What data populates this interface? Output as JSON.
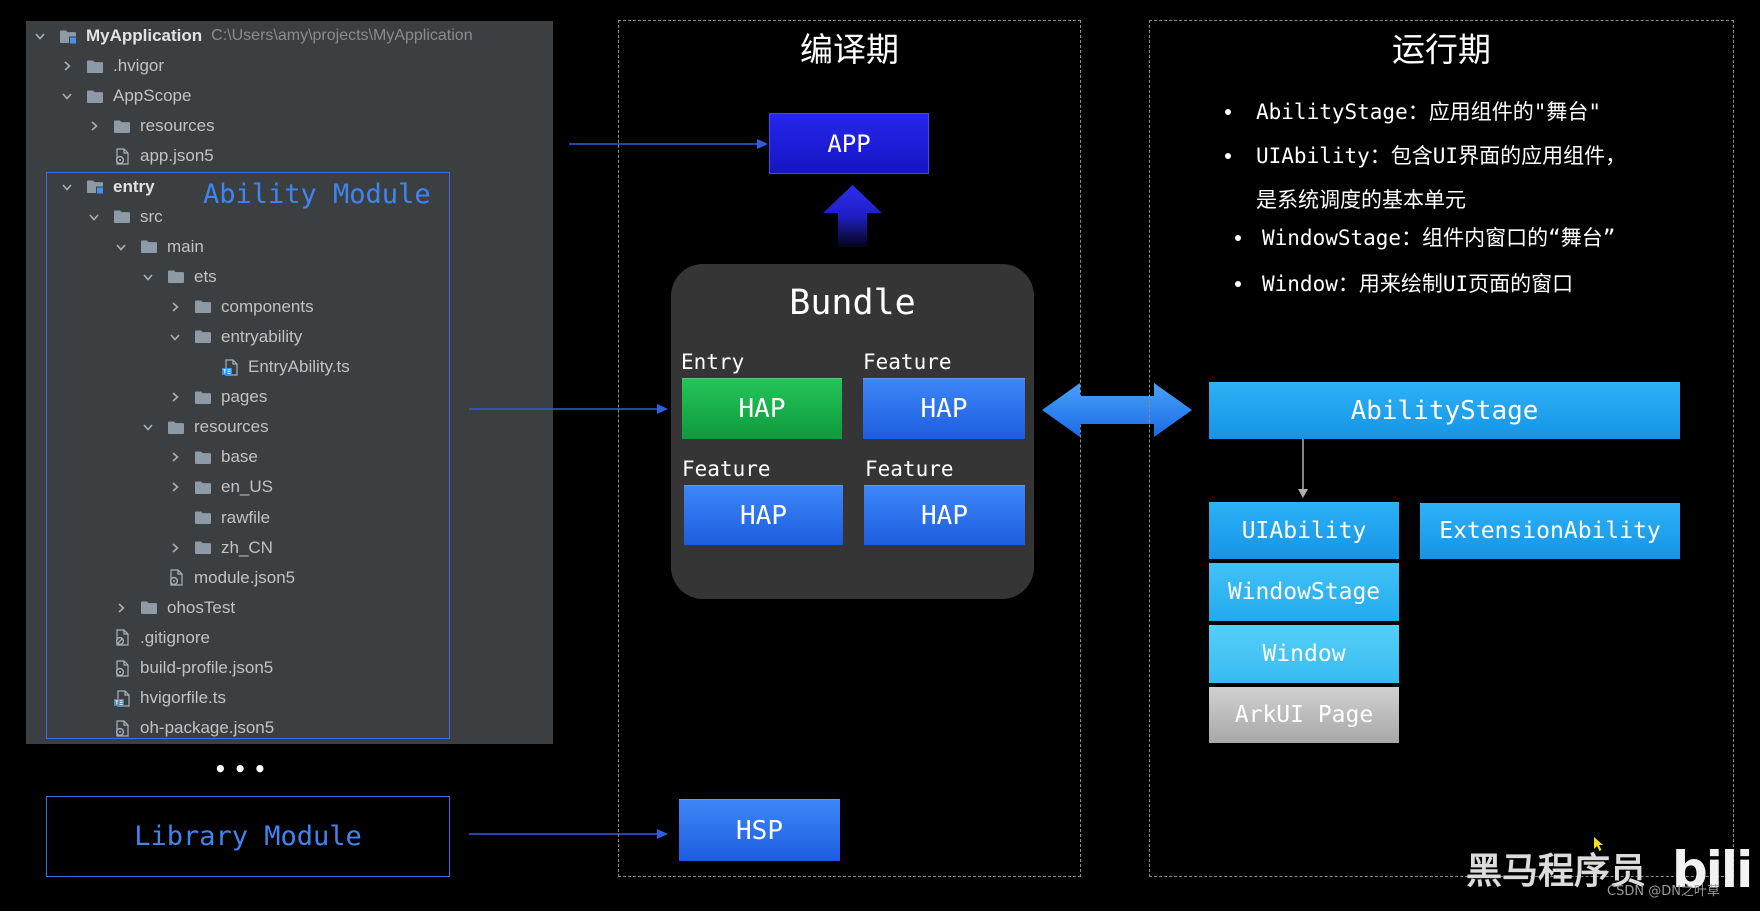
{
  "tree": {
    "root": {
      "name": "MyApplication",
      "path": "C:\\Users\\amy\\projects\\MyApplication",
      "icon": "module-folder-icon"
    },
    "items": [
      {
        "label": ".hvigor",
        "icon": "folder-icon"
      },
      {
        "label": "AppScope",
        "icon": "folder-icon"
      },
      {
        "label": "resources",
        "icon": "folder-icon"
      },
      {
        "label": "app.json5",
        "icon": "json5-file-icon"
      },
      {
        "label": "entry",
        "icon": "module-folder-icon"
      },
      {
        "label": "src",
        "icon": "folder-icon"
      },
      {
        "label": "main",
        "icon": "folder-icon"
      },
      {
        "label": "ets",
        "icon": "folder-icon"
      },
      {
        "label": "components",
        "icon": "folder-icon"
      },
      {
        "label": "entryability",
        "icon": "folder-icon"
      },
      {
        "label": "EntryAbility.ts",
        "icon": "ts-file-icon"
      },
      {
        "label": "pages",
        "icon": "folder-icon"
      },
      {
        "label": "resources",
        "icon": "folder-icon"
      },
      {
        "label": "base",
        "icon": "folder-icon"
      },
      {
        "label": "en_US",
        "icon": "folder-icon"
      },
      {
        "label": "rawfile",
        "icon": "folder-icon"
      },
      {
        "label": "zh_CN",
        "icon": "folder-icon"
      },
      {
        "label": "module.json5",
        "icon": "json5-file-icon"
      },
      {
        "label": "ohosTest",
        "icon": "folder-icon"
      },
      {
        "label": ".gitignore",
        "icon": "gitignore-file-icon"
      },
      {
        "label": "build-profile.json5",
        "icon": "json5-file-icon"
      },
      {
        "label": "hvigorfile.ts",
        "icon": "ts-file-icon"
      },
      {
        "label": "oh-package.json5",
        "icon": "json5-file-icon"
      }
    ]
  },
  "modules": {
    "ability_module": "Ability Module",
    "ellipsis": "• • •",
    "library_module": "Library Module"
  },
  "compile_phase": {
    "title": "编译期",
    "app": "APP",
    "bundle": {
      "title": "Bundle",
      "haps": [
        {
          "type": "Entry",
          "name": "HAP"
        },
        {
          "type": "Feature",
          "name": "HAP"
        },
        {
          "type": "Feature",
          "name": "HAP"
        },
        {
          "type": "Feature",
          "name": "HAP"
        }
      ]
    },
    "hsp": "HSP"
  },
  "runtime_phase": {
    "title": "运行期",
    "bullets": [
      "AbilityStage：应用组件的\"舞台\"",
      "UIAbility：包含UI界面的应用组件，",
      "是系统调度的基本单元",
      "WindowStage：组件内窗口的“舞台”",
      "Window：用来绘制UI页面的窗口"
    ],
    "ability_stage": "AbilityStage",
    "ui_ability": "UIAbility",
    "extension_ability": "ExtensionAbility",
    "window_stage": "WindowStage",
    "window": "Window",
    "arkui_page": "ArkUI Page"
  },
  "watermark": {
    "brand": "黑马程序员",
    "logo": "bili",
    "csdn": "CSDN @DN之叶草"
  },
  "colors": {
    "tree_background": "#3c3f41",
    "module_blue": "#3f85f2",
    "app_blue": "#1c1cd6",
    "hap_green": "#1db34f",
    "hap_blue": "#2f72ee",
    "stage_blue": "#1ea5f0",
    "arkui_gray": "#b5b5b5"
  }
}
